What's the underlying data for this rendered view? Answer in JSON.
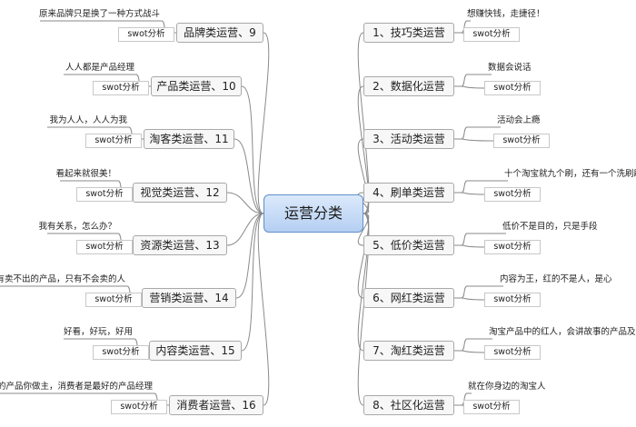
{
  "center": {
    "label": "运营分类"
  },
  "right": [
    {
      "label": "1、技巧类运营",
      "note": "想赚快钱，走捷径！",
      "tag": "swot分析"
    },
    {
      "label": "2、数据化运营",
      "note": "数据会说话",
      "tag": "swot分析"
    },
    {
      "label": "3、活动类运营",
      "note": "活动会上瘾",
      "tag": "swot分析"
    },
    {
      "label": "4、刷单类运营",
      "note": "十个淘宝就九个刷，还有一个洗刷刷",
      "tag": "swot分析"
    },
    {
      "label": "5、低价类运营",
      "note": "低价不是目的，只是手段",
      "tag": "swot分析"
    },
    {
      "label": "6、网红类运营",
      "note": "内容为王，红的不是人，是心",
      "tag": "swot分析"
    },
    {
      "label": "7、淘红类运营",
      "note": "淘宝产品中的红人，会讲故事的产品及店铺",
      "tag": "swot分析"
    },
    {
      "label": "8、社区化运营",
      "note": "就在你身边的淘宝人",
      "tag": "swot分析"
    }
  ],
  "left": [
    {
      "label": "品牌类运营、9",
      "note": "原来品牌只是换了一种方式战斗",
      "tag": "swot分析"
    },
    {
      "label": "产品类运营、10",
      "note": "人人都是产品经理",
      "tag": "swot分析"
    },
    {
      "label": "淘客类运营、11",
      "note": "我为人人，人人为我",
      "tag": "swot分析"
    },
    {
      "label": "视觉类运营、12",
      "note": "看起来就很美！",
      "tag": "swot分析"
    },
    {
      "label": "资源类运营、13",
      "note": "我有关系，怎么办？",
      "tag": "swot分析"
    },
    {
      "label": "营销类运营、14",
      "note": "没有卖不出的产品，只有不会卖的人",
      "tag": "swot分析"
    },
    {
      "label": "内容类运营、15",
      "note": "好看，好玩，好用",
      "tag": "swot分析"
    },
    {
      "label": "消费者运营、16",
      "note": "我的产品你做主，消费者是最好的产品经理",
      "tag": "swot分析"
    }
  ],
  "colors": {
    "line": "#8a8a8a",
    "center_fill": "#c6dbf6",
    "center_border": "#5f8fc7",
    "node_fill": "#f7f7f7"
  }
}
